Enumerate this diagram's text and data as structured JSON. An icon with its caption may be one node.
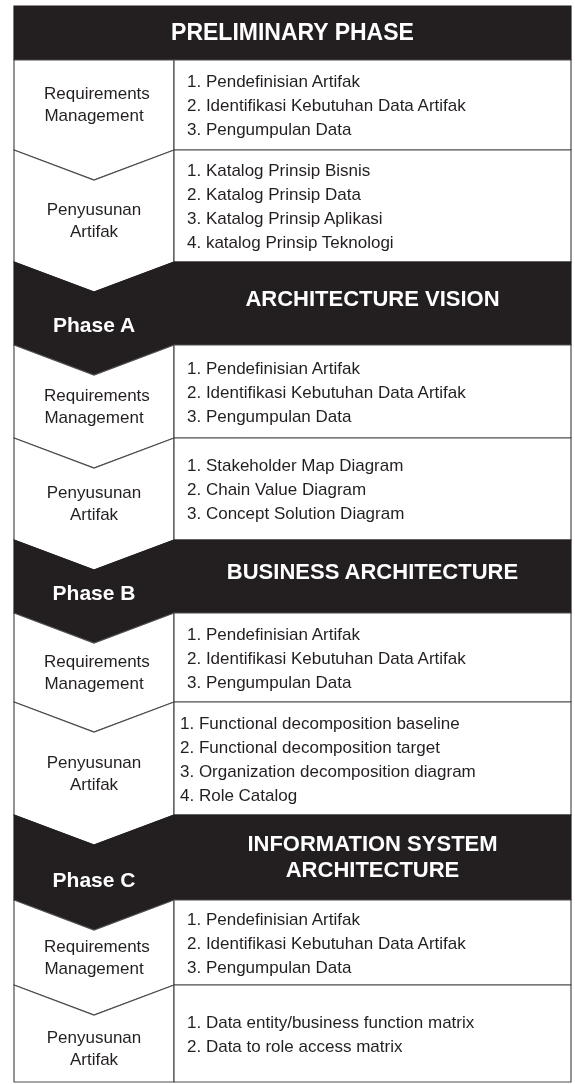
{
  "diagram": {
    "nodes": [
      {
        "text": [
          "PRELIMINARY PHASE"
        ]
      },
      {
        "text": [
          "Requirements Management"
        ]
      },
      {
        "text": [
          "1. Pendefinisian Artifak",
          "2. Identifikasi Kebutuhan Data Artifak",
          "3. Pengumpulan Data"
        ]
      },
      {
        "text": [
          "Penyusunan Artifak"
        ]
      },
      {
        "text": [
          "1. Katalog Prinsip Bisnis",
          "2. Katalog Prinsip Data",
          "3. Katalog Prinsip Aplikasi",
          "4. katalog Prinsip Teknologi"
        ]
      },
      {
        "text": [
          "Phase A",
          "ARCHITECTURE VISION"
        ]
      },
      {
        "text": [
          "Requirements Management"
        ]
      },
      {
        "text": [
          "1. Pendefinisian Artifak",
          "2. Identifikasi Kebutuhan Data Artifak",
          "3. Pengumpulan Data"
        ]
      },
      {
        "text": [
          "Penyusunan Artifak"
        ]
      },
      {
        "text": [
          "1. Stakeholder Map Diagram",
          "2. Chain Value Diagram",
          "3. Concept Solution Diagram"
        ]
      },
      {
        "text": [
          "Phase B",
          "BUSINESS ARCHITECTURE"
        ]
      },
      {
        "text": [
          "Requirements Management"
        ]
      },
      {
        "text": [
          "1. Pendefinisian Artifak",
          "2. Identifikasi Kebutuhan Data Artifak",
          "3. Pengumpulan Data"
        ]
      },
      {
        "text": [
          "Penyusunan Artifak"
        ]
      },
      {
        "text": [
          "1. Functional decomposition baseline",
          "2. Functional decomposition target",
          "3. Organization decomposition diagram",
          "4. Role Catalog"
        ]
      },
      {
        "text": [
          "Phase C",
          "INFORMATION SYSTEM ARCHITECTURE"
        ]
      },
      {
        "text": [
          "Requirements Management"
        ]
      },
      {
        "text": [
          "1. Pendefinisian Artifak",
          "2. Identifikasi Kebutuhan Data Artifak",
          "3. Pengumpulan Data"
        ]
      },
      {
        "text": [
          "Penyusunan Artifak"
        ]
      },
      {
        "text": [
          "1. Data entity/business function matrix",
          "2. Data to role access matrix"
        ]
      }
    ]
  }
}
